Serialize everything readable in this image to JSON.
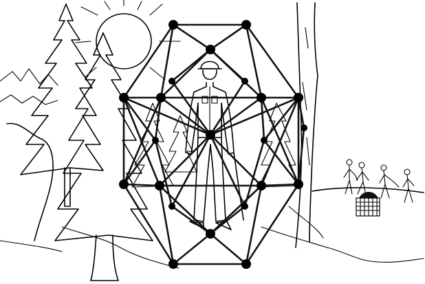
{
  "illustration": {
    "style": "black-and-white line drawing",
    "colors": {
      "ink": "#000000",
      "paper": "#ffffff"
    },
    "elements": [
      "sun",
      "mountains",
      "pine-trees",
      "large-tree-trunk",
      "worker-in-hard-hat",
      "geometric-node-lattice",
      "distant-workers",
      "net-bundle"
    ],
    "lattice": {
      "node_count": 22
    },
    "distant_worker_count": 4
  }
}
